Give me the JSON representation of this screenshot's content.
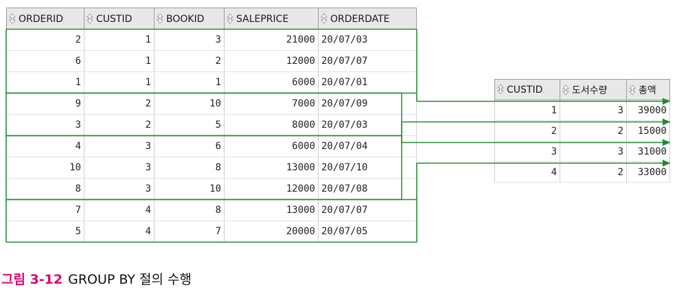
{
  "orders_table": {
    "headers": [
      "ORDERID",
      "CUSTID",
      "BOOKID",
      "SALEPRICE",
      "ORDERDATE"
    ],
    "rows": [
      [
        "2",
        "1",
        "3",
        "21000",
        "20/07/03"
      ],
      [
        "6",
        "1",
        "2",
        "12000",
        "20/07/07"
      ],
      [
        "1",
        "1",
        "1",
        "6000",
        "20/07/01"
      ],
      [
        "9",
        "2",
        "10",
        "7000",
        "20/07/09"
      ],
      [
        "3",
        "2",
        "5",
        "8000",
        "20/07/03"
      ],
      [
        "4",
        "3",
        "6",
        "6000",
        "20/07/04"
      ],
      [
        "10",
        "3",
        "8",
        "13000",
        "20/07/10"
      ],
      [
        "8",
        "3",
        "10",
        "12000",
        "20/07/08"
      ],
      [
        "7",
        "4",
        "8",
        "13000",
        "20/07/07"
      ],
      [
        "5",
        "4",
        "7",
        "20000",
        "20/07/05"
      ]
    ]
  },
  "summary_table": {
    "headers": [
      "CUSTID",
      "도서수량",
      "총액"
    ],
    "rows": [
      [
        "1",
        "3",
        "39000"
      ],
      [
        "2",
        "2",
        "15000"
      ],
      [
        "3",
        "3",
        "31000"
      ],
      [
        "4",
        "2",
        "33000"
      ]
    ]
  },
  "groups": [
    {
      "custid": "1",
      "order_rows": 3
    },
    {
      "custid": "2",
      "order_rows": 2
    },
    {
      "custid": "3",
      "order_rows": 3
    },
    {
      "custid": "4",
      "order_rows": 2
    }
  ],
  "colors": {
    "group_line": "#1f8a2e",
    "header_bg": "#e8e8e8",
    "caption_figure": "#e0006e"
  },
  "caption": {
    "figure": "그림 3-12",
    "text": "GROUP BY 절의 수행"
  }
}
